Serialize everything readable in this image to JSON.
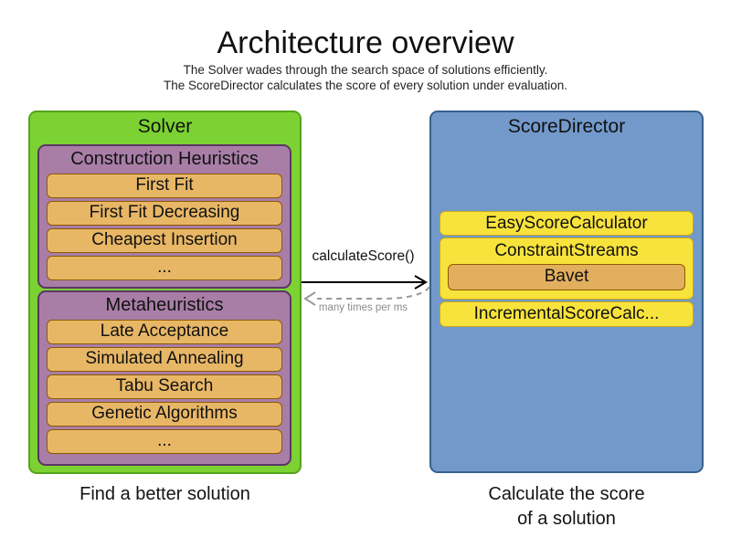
{
  "header": {
    "title": "Architecture overview",
    "subtitle_line1": "The Solver wades through the search space of solutions efficiently.",
    "subtitle_line2": "The ScoreDirector calculates the score of every solution under evaluation."
  },
  "solver": {
    "label": "Solver",
    "caption": "Find a better solution",
    "groups": [
      {
        "label": "Construction Heuristics",
        "items": [
          "First Fit",
          "First Fit Decreasing",
          "Cheapest Insertion",
          "..."
        ]
      },
      {
        "label": "Metaheuristics",
        "items": [
          "Late Acceptance",
          "Simulated Annealing",
          "Tabu Search",
          "Genetic Algorithms",
          "..."
        ]
      }
    ]
  },
  "score_director": {
    "label": "ScoreDirector",
    "caption_line1": "Calculate the score",
    "caption_line2": "of a solution",
    "items": [
      {
        "label": "EasyScoreCalculator"
      },
      {
        "label": "ConstraintStreams",
        "sub_items": [
          "Bavet"
        ]
      },
      {
        "label": "IncrementalScoreCalc..."
      }
    ]
  },
  "arrows": {
    "call_label": "calculateScore()",
    "frequency_label": "many times per ms"
  },
  "colors": {
    "solver_fill": "#7bd232",
    "solver_border": "#55a41e",
    "group_fill": "#a87ea7",
    "group_border": "#5c3566",
    "item_fill": "#e8b766",
    "item_border": "#8f5902",
    "bavet_fill": "#e2af5f",
    "director_fill": "#7299ca",
    "director_border": "#36618e",
    "calculator_fill": "#f8e33c",
    "calculator_border": "#c9a91c",
    "arrow_solid": "#000000",
    "arrow_dashed": "#999999",
    "frequency_text": "#8b8b8b"
  }
}
